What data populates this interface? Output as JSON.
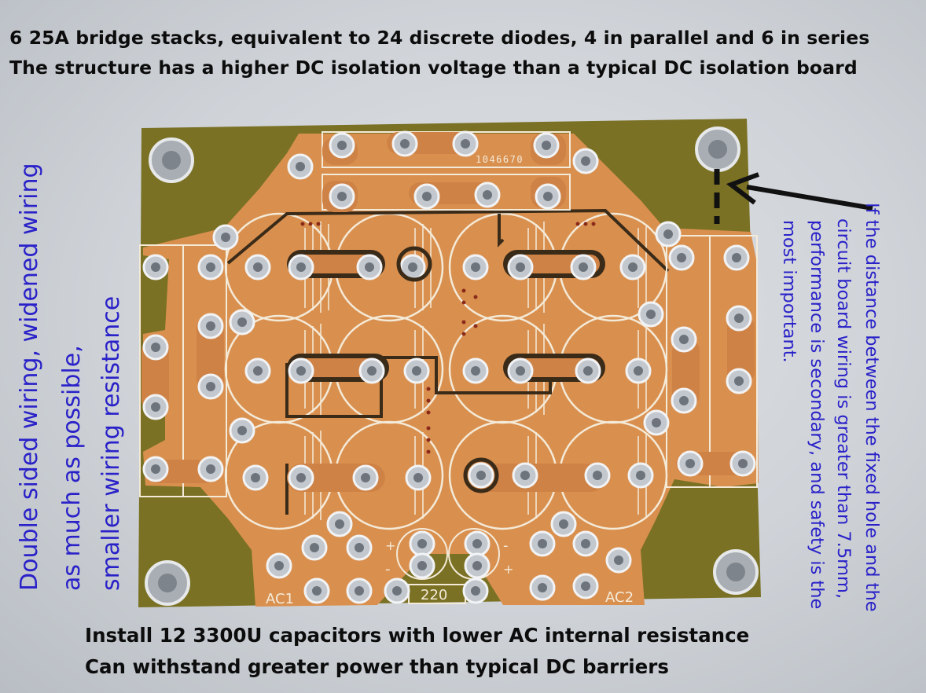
{
  "captions": {
    "top_line1": "6 25A bridge stacks, equivalent to 24 discrete diodes, 4 in parallel and 6 in series",
    "top_line2": "The structure has a higher DC isolation voltage than a typical DC isolation board",
    "bottom_line1": "Install 12 3300U capacitors with lower AC internal resistance",
    "bottom_line2": "Can withstand greater power than typical DC barriers"
  },
  "left_note": {
    "line1": "Double sided wiring, widened wiring",
    "line2": "as much as possible,",
    "line3": "smaller wiring resistance"
  },
  "right_note": {
    "line1": "If the distance between the fixed hole and the",
    "line2": "circuit board wiring is greater than 7.5mm,",
    "line3": "performance is secondary, and safety is the",
    "line4": "most important."
  },
  "board": {
    "part_number": "1046670",
    "label_ac1": "AC1",
    "label_ac2": "AC2",
    "label_220": "220",
    "plus": "+",
    "minus": "-"
  },
  "colors": {
    "substrate": "#7a7124",
    "copper": "#d9904f",
    "silkscreen": "#f4ead8",
    "pad": "#b8bec6",
    "text_blue": "#2a22c8"
  }
}
